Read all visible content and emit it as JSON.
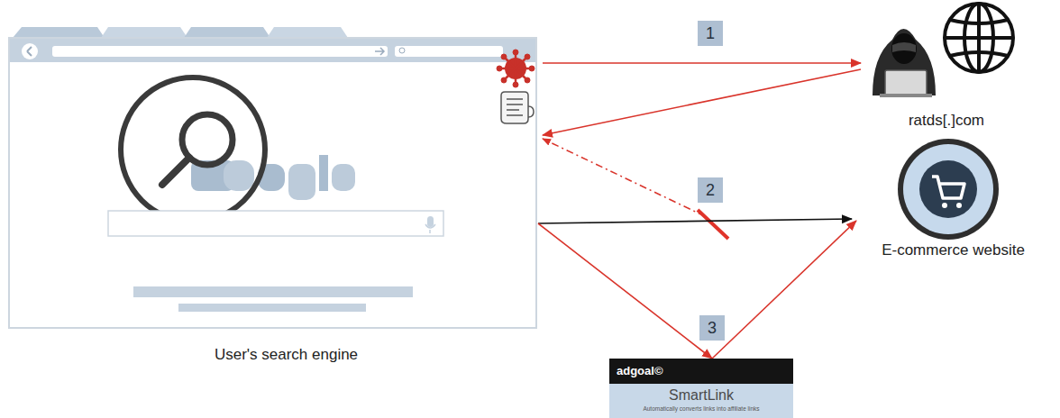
{
  "diagram": {
    "nodes": [
      {
        "text": [
          "User's search engine"
        ]
      },
      {
        "text": [
          "ratds[.]com"
        ]
      },
      {
        "text": [
          "E-commerce website"
        ]
      },
      {
        "text": [
          "adgoal©",
          "SmartLink",
          "Automatically converts links into affiliate links"
        ]
      }
    ],
    "edges": [
      {
        "from": 0,
        "to": 1,
        "arrow": "to"
      },
      {
        "from": 1,
        "to": 0,
        "arrow": "to"
      },
      {
        "from": 0,
        "to": 2,
        "arrow": "to"
      },
      {
        "from": 0,
        "to": 3,
        "arrow": "to"
      },
      {
        "from": 3,
        "to": 2,
        "arrow": "to"
      }
    ],
    "labels": [
      "1",
      "2",
      "3"
    ]
  }
}
